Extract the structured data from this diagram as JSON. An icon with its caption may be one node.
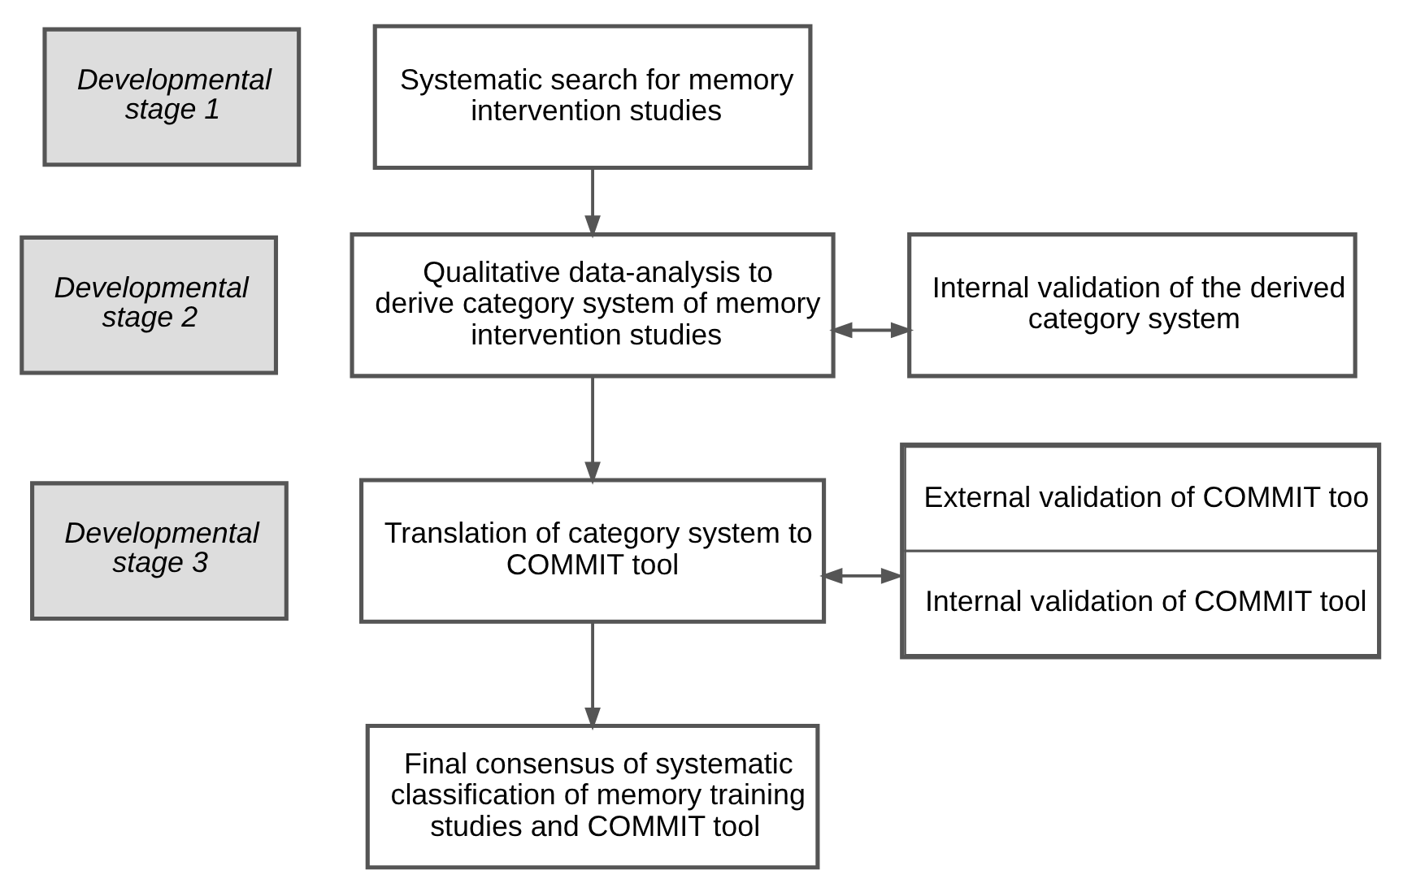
{
  "diagram": {
    "nodes": [
      {
        "text": [
          "Developmental stage 1"
        ]
      },
      {
        "text": [
          "Systematic search for memory intervention studies"
        ]
      },
      {
        "text": [
          "Developmental stage 2"
        ]
      },
      {
        "text": [
          "Qualitative data-analysis to derive category system of memory intervention studies"
        ]
      },
      {
        "text": [
          "Internal validation of the derived category system"
        ]
      },
      {
        "text": [
          "Developmental stage 3"
        ]
      },
      {
        "text": [
          "Translation of category system to COMMIT tool"
        ]
      },
      {
        "text": [
          "External validation of COMMIT too",
          "Internal validation of COMMIT tool"
        ]
      },
      {
        "text": [
          "Final consensus of systematic classification of memory training studies and COMMIT tool"
        ]
      }
    ],
    "edges": [
      {
        "from": 1,
        "to": 3,
        "arrow": "to"
      },
      {
        "from": 3,
        "to": 4,
        "arrow": "both"
      },
      {
        "from": 3,
        "to": 6,
        "arrow": "to"
      },
      {
        "from": 6,
        "to": 7,
        "arrow": "both"
      },
      {
        "from": 6,
        "to": 8,
        "arrow": "to"
      }
    ]
  }
}
